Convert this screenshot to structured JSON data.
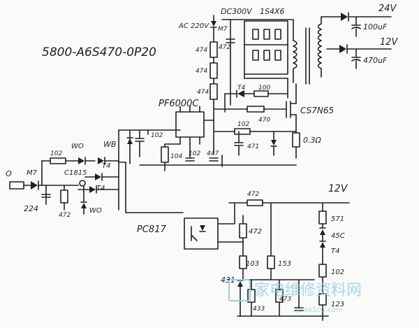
{
  "title": "5800-A6S470-0P20",
  "labels": {
    "ac_in": "AC 220V",
    "m7_top": "M7",
    "dc300": "DC300V",
    "bridge": "1S4X6",
    "r_474a": "474",
    "r_474b": "474",
    "r_474c": "474",
    "c_472": "472",
    "v24": "24V",
    "c_100uf": "100uF",
    "v12_top": "12V",
    "c_470uf": "470uF",
    "ic_pwm": "PF6000C",
    "t4_top": "T4",
    "r_100": "100",
    "r_470": "470",
    "mosfet": "CS7N65",
    "c_102a": "102",
    "r_102b": "102",
    "r_104": "104",
    "c_102c": "102",
    "r_447": "447",
    "c_471": "471",
    "r_03": "0.3Ω",
    "r_102d": "102",
    "d_wo": "WO",
    "d_wb": "WB",
    "q_c1815": "C1815",
    "t4_mid": "T4",
    "t4_low": "T4",
    "terminal_o": "O",
    "m7_left": "M7",
    "c_224": "224",
    "r_472l": "472",
    "d_wo2": "WO",
    "r_472c": "472",
    "v12_out": "12V",
    "r_571": "571",
    "d_45c": "45C",
    "d_t4": "T4",
    "r_472r": "472",
    "opto": "PC817",
    "r_103": "103",
    "r_153": "153",
    "r_102r": "102",
    "c_431": "431",
    "r_433": "433",
    "r_473": "473",
    "r_123": "123",
    "watermark": "家电维修资料网",
    "watermark_url": "jdwx101.com"
  }
}
